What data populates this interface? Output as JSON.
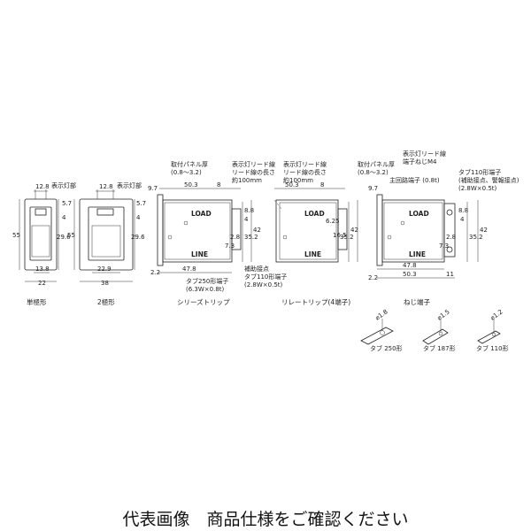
{
  "views": {
    "single": {
      "title": "単極形",
      "indicator_label": "表示灯部",
      "dims": {
        "top": "12.8",
        "h1": "5.7",
        "h2": "4",
        "height": "55",
        "inner": "29.6",
        "bottom": "13.8",
        "width": "22"
      }
    },
    "double": {
      "title": "2極形",
      "indicator_label": "表示灯部",
      "dims": {
        "top": "12.8",
        "h1": "5.7",
        "h2": "4",
        "height": "55",
        "inner": "29.6",
        "bottom": "22.9",
        "width": "38"
      }
    },
    "series": {
      "title": "シリーズトリップ",
      "panel_label": "取付パネル厚",
      "panel_range": "(0.8～3.2)",
      "lead_label1": "表示灯リード線",
      "lead_label2": "リード線の長さ",
      "lead_label3": "約100mm",
      "load": "LOAD",
      "line": "LINE",
      "aux_label": "補助接点",
      "aux_tab": "タブ110形端子",
      "aux_spec": "(2.8W×0.5t)",
      "tab_label": "タブ250形端子",
      "tab_spec": "(6.3W×0.8t)",
      "dims": {
        "a": "9.7",
        "b": "50.3",
        "c": "8",
        "d": "8.8",
        "e": "4",
        "f": "35.2",
        "g": "42",
        "h": "2.8",
        "i": "7.3",
        "j": "2.2",
        "k": "47.8"
      }
    },
    "relay": {
      "title": "リレートリップ(4端子)",
      "lead_label1": "表示灯リード線",
      "lead_label2": "リード線の長さ",
      "lead_label3": "約100mm",
      "load": "LOAD",
      "line": "LINE",
      "dims": {
        "a": "50.3",
        "b": "8",
        "c": "6.25",
        "d": "16.5",
        "e": "35.2",
        "f": "42"
      }
    },
    "screw": {
      "title": "ねじ端子",
      "panel_label": "取付パネル厚",
      "panel_range": "(0.8～3.2)",
      "lead_label": "表示灯リード線",
      "screw_label": "端子ねじM4",
      "main_label": "主回路端子 (0.8t)",
      "tab_label": "タブ110形端子",
      "tab_note": "(補助接点、警報接点)",
      "tab_spec": "(2.8W×0.5t)",
      "load": "LOAD",
      "line": "LINE",
      "dims": {
        "a": "9.7",
        "b": "8.8",
        "c": "4",
        "d": "35.2",
        "e": "42",
        "f": "2.8",
        "g": "7.3",
        "h": "2.2",
        "i": "47.8",
        "j": "50.3",
        "k": "11"
      }
    }
  },
  "tabs": [
    {
      "dia": "⌀1.8",
      "label": "タブ 250形"
    },
    {
      "dia": "⌀1.5",
      "label": "タブ 187形"
    },
    {
      "dia": "⌀1.2",
      "label": "タブ 110形"
    }
  ],
  "caption": "代表画像　商品仕様をご確認ください"
}
